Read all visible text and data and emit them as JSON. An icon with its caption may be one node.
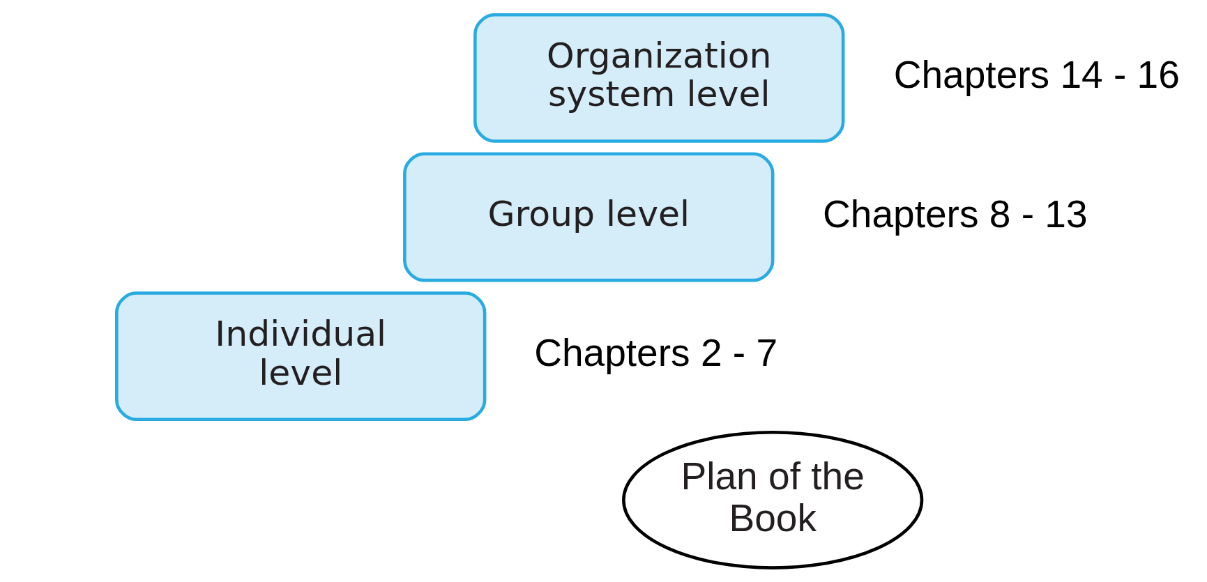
{
  "diagram": {
    "nodes": [
      {
        "text": [
          "Organization system level"
        ],
        "beside": [
          "Chapters 14 - 16"
        ]
      },
      {
        "text": [
          "Group level"
        ],
        "beside": [
          "Chapters 8 - 13"
        ]
      },
      {
        "text": [
          "Individual level"
        ],
        "beside": [
          "Chapters 2 - 7"
        ]
      },
      {
        "text": [
          "Plan of the Book"
        ]
      }
    ],
    "edges": []
  }
}
